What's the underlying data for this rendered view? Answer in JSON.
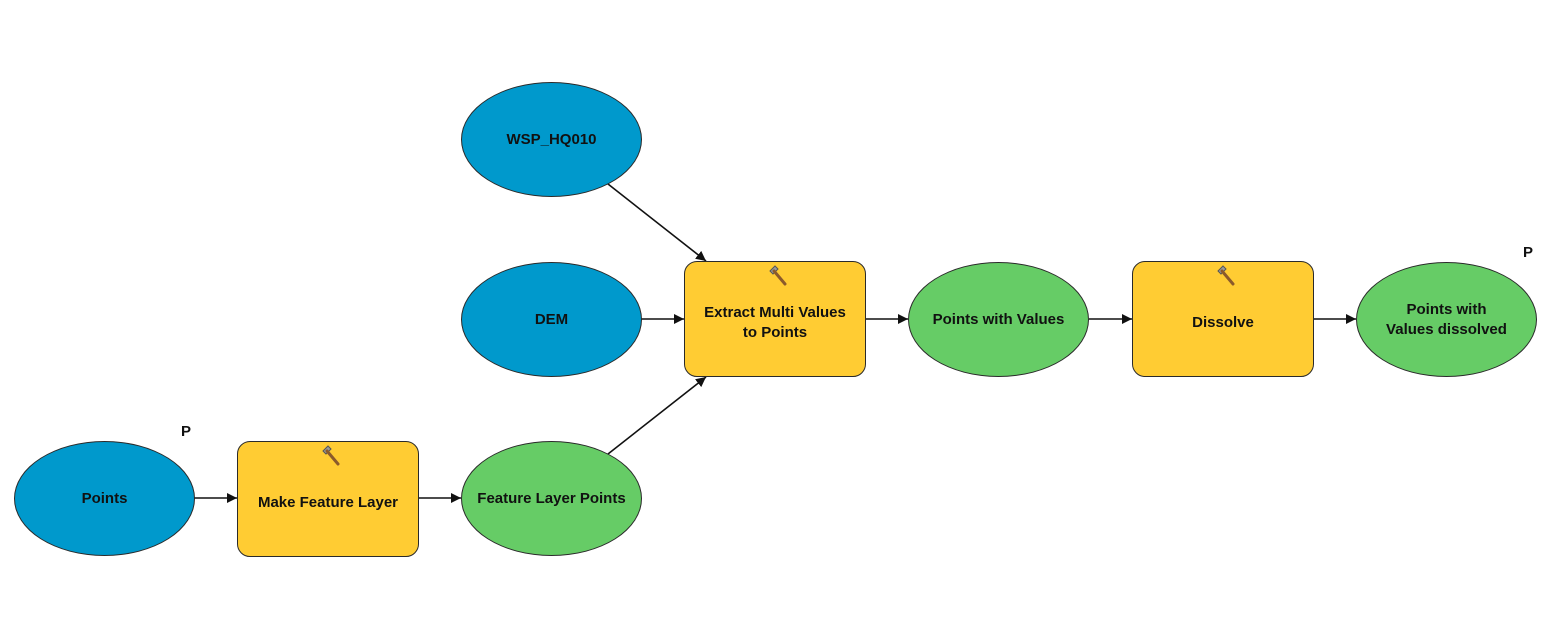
{
  "colors": {
    "input_data": "#0099CC",
    "tool": "#FFCC33",
    "derived_data": "#66CC66",
    "connector": "#111111"
  },
  "nodes": {
    "wsp": {
      "label": "WSP_HQ010",
      "kind": "input_data"
    },
    "dem": {
      "label": "DEM",
      "kind": "input_data"
    },
    "points": {
      "label": "Points",
      "kind": "input_data",
      "parameter_marker": "P"
    },
    "make_feature_layer": {
      "label": "Make Feature Layer",
      "kind": "tool",
      "icon": "hammer-icon"
    },
    "feature_layer_points": {
      "label": "Feature Layer Points",
      "kind": "derived_data"
    },
    "extract_multi_values": {
      "label": "Extract Multi Values to Points",
      "kind": "tool",
      "icon": "hammer-icon"
    },
    "points_with_values": {
      "label": "Points with Values",
      "kind": "derived_data"
    },
    "dissolve": {
      "label": "Dissolve",
      "kind": "tool",
      "icon": "hammer-icon"
    },
    "points_with_values_dissolved": {
      "label": "Points with Values dissolved",
      "kind": "derived_data",
      "parameter_marker": "P"
    }
  },
  "connections": [
    {
      "from": "WSP_HQ010",
      "to": "Extract Multi Values to Points"
    },
    {
      "from": "DEM",
      "to": "Extract Multi Values to Points"
    },
    {
      "from": "Points",
      "to": "Make Feature Layer"
    },
    {
      "from": "Make Feature Layer",
      "to": "Feature Layer Points"
    },
    {
      "from": "Feature Layer Points",
      "to": "Extract Multi Values to Points"
    },
    {
      "from": "Extract Multi Values to Points",
      "to": "Points with Values"
    },
    {
      "from": "Points with Values",
      "to": "Dissolve"
    },
    {
      "from": "Dissolve",
      "to": "Points with Values dissolved"
    }
  ]
}
